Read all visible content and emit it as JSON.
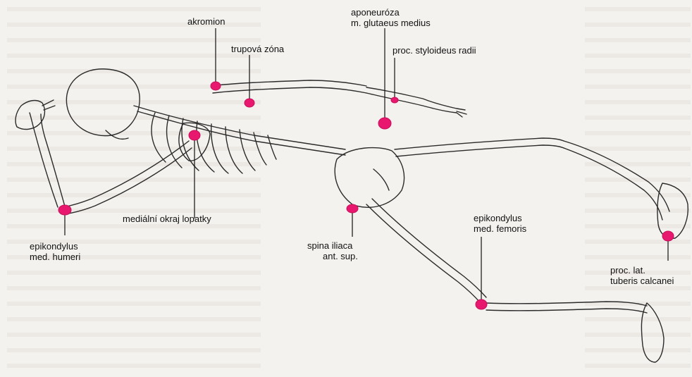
{
  "labels": {
    "akromion": "akromion",
    "trupova_zona": "trupová zóna",
    "aponeuroza_1": "aponeuróza",
    "aponeuroza_2": "m. glutaeus medius",
    "proc_styloideus": "proc. styloideus radii",
    "medialni_okraj": "mediální okraj lopatky",
    "epikondylus_humeri_1": "epikondylus",
    "epikondylus_humeri_2": "med. humeri",
    "spina_iliaca_1": "spina iliaca",
    "spina_iliaca_2": "ant. sup.",
    "epikondylus_femoris_1": "epikondylus",
    "epikondylus_femoris_2": "med. femoris",
    "proc_lat_1": "proc. lat.",
    "proc_lat_2": "tuberis calcanei"
  },
  "colors": {
    "marker": "#e8186e",
    "marker_edge": "#c8105c",
    "bone_line": "#2b2b2b",
    "leader_line": "#111111"
  }
}
